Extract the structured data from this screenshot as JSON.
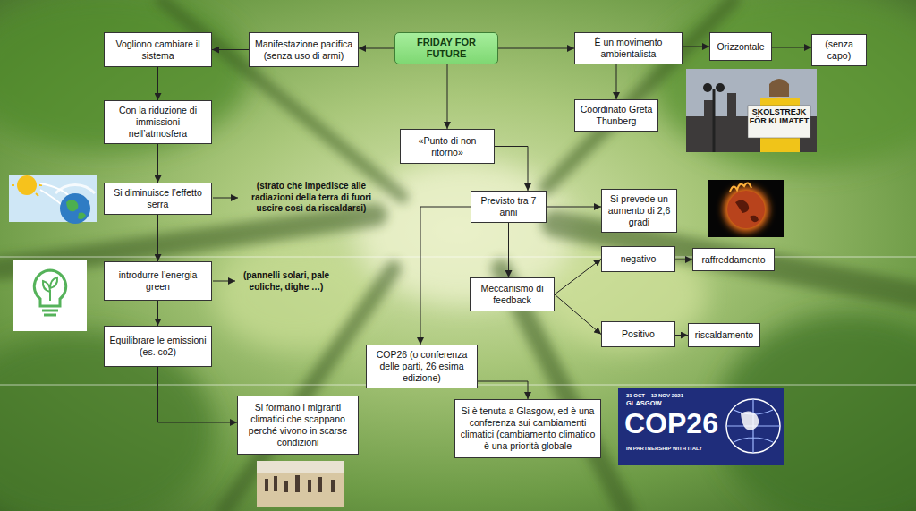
{
  "diagram": {
    "nodes": [
      {
        "text": [
          "FRIDAY FOR FUTURE"
        ]
      },
      {
        "text": [
          "Manifestazione pacifica (senza uso di armi)"
        ]
      },
      {
        "text": [
          "Vogliono cambiare il sistema"
        ]
      },
      {
        "text": [
          "È un movimento ambientalista"
        ]
      },
      {
        "text": [
          "Orizzontale"
        ]
      },
      {
        "text": [
          "(senza capo)"
        ]
      },
      {
        "text": [
          "Coordinato Greta Thunberg"
        ]
      },
      {
        "text": [
          "Con la riduzione di immissioni nell’atmosfera"
        ]
      },
      {
        "text": [
          "«Punto di non ritorno»"
        ]
      },
      {
        "text": [
          "Si diminuisce l’effetto serra"
        ]
      },
      {
        "text": [
          "Previsto tra 7 anni"
        ]
      },
      {
        "text": [
          "Si prevede un aumento di 2,6 gradi"
        ]
      },
      {
        "text": [
          "introdurre l’energia green"
        ]
      },
      {
        "text": [
          "negativo"
        ]
      },
      {
        "text": [
          "raffreddamento"
        ]
      },
      {
        "text": [
          "Meccanismo di feedback"
        ]
      },
      {
        "text": [
          "Positivo"
        ]
      },
      {
        "text": [
          "riscaldamento"
        ]
      },
      {
        "text": [
          "Equilibrare le emissioni (es. co2)"
        ]
      },
      {
        "text": [
          "COP26 (o conferenza delle parti, 26 esima edizione)"
        ]
      },
      {
        "text": [
          "Si formano i migranti climatici che scappano perché vivono in scarse condizioni"
        ]
      },
      {
        "text": [
          "Si è tenuta a Glasgow, ed è una conferenza sui cambiamenti climatici (cambiamento climatico è una priorità globale"
        ]
      }
    ],
    "edges": [
      {
        "from": 0,
        "to": 1,
        "arrow": "to"
      },
      {
        "from": 1,
        "to": 2,
        "arrow": "to"
      },
      {
        "from": 0,
        "to": 3,
        "arrow": "to"
      },
      {
        "from": 3,
        "to": 4,
        "arrow": "to"
      },
      {
        "from": 4,
        "to": 5,
        "arrow": "to"
      },
      {
        "from": 3,
        "to": 6,
        "arrow": "to"
      },
      {
        "from": 2,
        "to": 7,
        "arrow": "to"
      },
      {
        "from": 0,
        "to": 8,
        "arrow": "to"
      },
      {
        "from": 7,
        "to": 9,
        "arrow": "to"
      },
      {
        "from": 8,
        "to": 10,
        "arrow": "to"
      },
      {
        "from": 9,
        "to": 12,
        "arrow": "to"
      },
      {
        "from": 10,
        "to": 11,
        "arrow": "to"
      },
      {
        "from": 10,
        "to": 15,
        "arrow": "to"
      },
      {
        "from": 10,
        "to": 19,
        "arrow": "to"
      },
      {
        "from": 12,
        "to": 18,
        "arrow": "to"
      },
      {
        "from": 15,
        "to": 13,
        "arrow": "to"
      },
      {
        "from": 15,
        "to": 16,
        "arrow": "to"
      },
      {
        "from": 13,
        "to": 14,
        "arrow": "to"
      },
      {
        "from": 16,
        "to": 17,
        "arrow": "to"
      },
      {
        "from": 18,
        "to": 20,
        "arrow": "to"
      },
      {
        "from": 19,
        "to": 21,
        "arrow": "to"
      }
    ],
    "labels": [
      "(strato che impedisce alle radiazioni della terra di fuori uscire così da riscaldarsi)",
      "(pannelli solari, pale eoliche, dighe …)",
      "SKOLSTREJK FÖR KLIMATET",
      "31 OCT – 12 NOV 2021",
      "GLASGOW",
      "COP26",
      "IN PARTNERSHIP WITH ITALY"
    ]
  }
}
